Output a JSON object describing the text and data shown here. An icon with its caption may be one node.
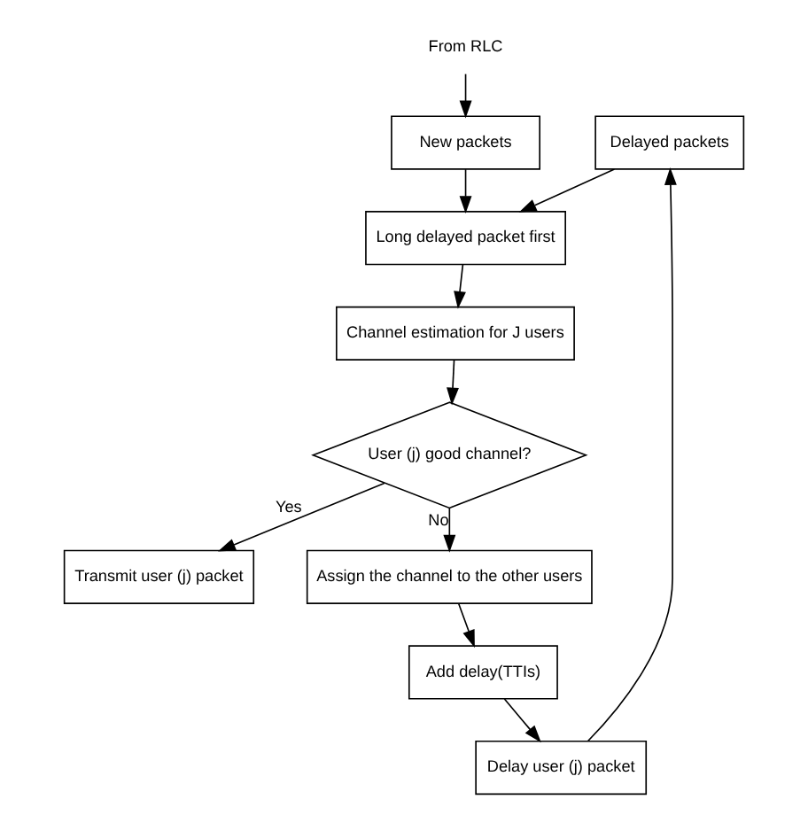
{
  "diagram": {
    "nodes": [
      {
        "text": [
          "From RLC"
        ]
      },
      {
        "text": [
          "New packets"
        ]
      },
      {
        "text": [
          "Delayed packets"
        ]
      },
      {
        "text": [
          "Long delayed packet first"
        ]
      },
      {
        "text": [
          "Channel estimation for J users"
        ]
      },
      {
        "text": [
          "User (j) good channel?"
        ]
      },
      {
        "text": [
          "Transmit user (j) packet"
        ]
      },
      {
        "text": [
          "Assign the channel to the other users"
        ]
      },
      {
        "text": [
          "Add delay(TTIs)"
        ]
      },
      {
        "text": [
          "Delay user (j) packet"
        ]
      }
    ],
    "edges": [
      {
        "from": 0,
        "to": 1,
        "arrow": "to"
      },
      {
        "from": 1,
        "to": 3,
        "arrow": "to"
      },
      {
        "from": 2,
        "to": 3,
        "arrow": "to"
      },
      {
        "from": 3,
        "to": 4,
        "arrow": "to"
      },
      {
        "from": 4,
        "to": 5,
        "arrow": "to"
      },
      {
        "from": 5,
        "to": 6,
        "label": "Yes",
        "arrow": "to"
      },
      {
        "from": 5,
        "to": 7,
        "label": "No",
        "arrow": "to"
      },
      {
        "from": 7,
        "to": 8,
        "arrow": "to"
      },
      {
        "from": 8,
        "to": 9,
        "arrow": "to"
      },
      {
        "from": 9,
        "to": 2,
        "arrow": "to"
      }
    ]
  }
}
